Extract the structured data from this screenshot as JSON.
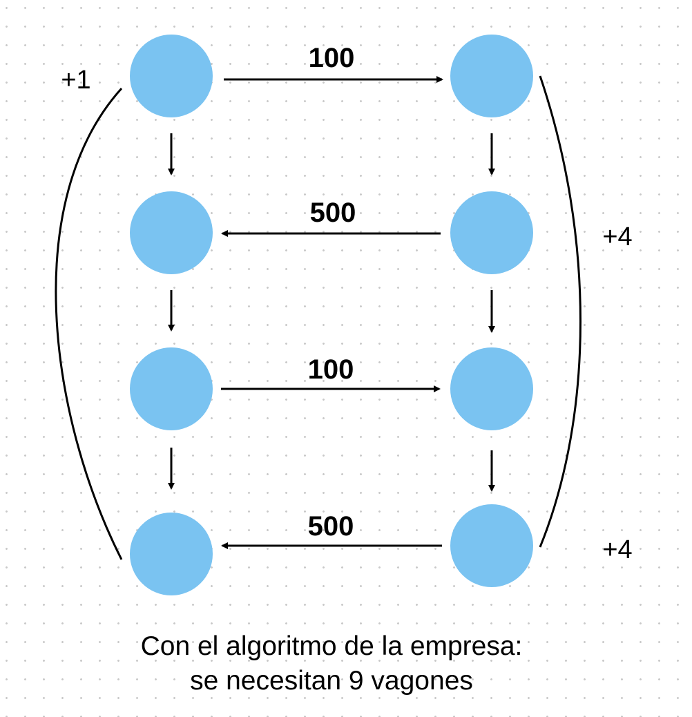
{
  "colors": {
    "node_fill": "#7AC3F1",
    "stroke": "#000000",
    "background": "#FFFFFF",
    "grid_dot": "#C9C9C9"
  },
  "nodes": [
    {
      "id": "left-1"
    },
    {
      "id": "right-1"
    },
    {
      "id": "left-2"
    },
    {
      "id": "right-2"
    },
    {
      "id": "left-3"
    },
    {
      "id": "right-3"
    },
    {
      "id": "left-4"
    },
    {
      "id": "right-4"
    }
  ],
  "horizontal_edges": [
    {
      "from": "left-1",
      "to": "right-1",
      "label": "100"
    },
    {
      "from": "right-2",
      "to": "left-2",
      "label": "500"
    },
    {
      "from": "left-3",
      "to": "right-3",
      "label": "100"
    },
    {
      "from": "right-4",
      "to": "left-4",
      "label": "500"
    }
  ],
  "vertical_edges": [
    {
      "from": "left-1",
      "to": "left-2"
    },
    {
      "from": "left-2",
      "to": "left-3"
    },
    {
      "from": "left-3",
      "to": "left-4"
    },
    {
      "from": "right-1",
      "to": "right-2"
    },
    {
      "from": "right-2",
      "to": "right-3"
    },
    {
      "from": "right-3",
      "to": "right-4"
    }
  ],
  "increments": {
    "left": "+1",
    "right_upper": "+4",
    "right_lower": "+4"
  },
  "caption": {
    "line1": "Con el algoritmo de la empresa:",
    "line2": "se necesitan 9 vagones"
  }
}
